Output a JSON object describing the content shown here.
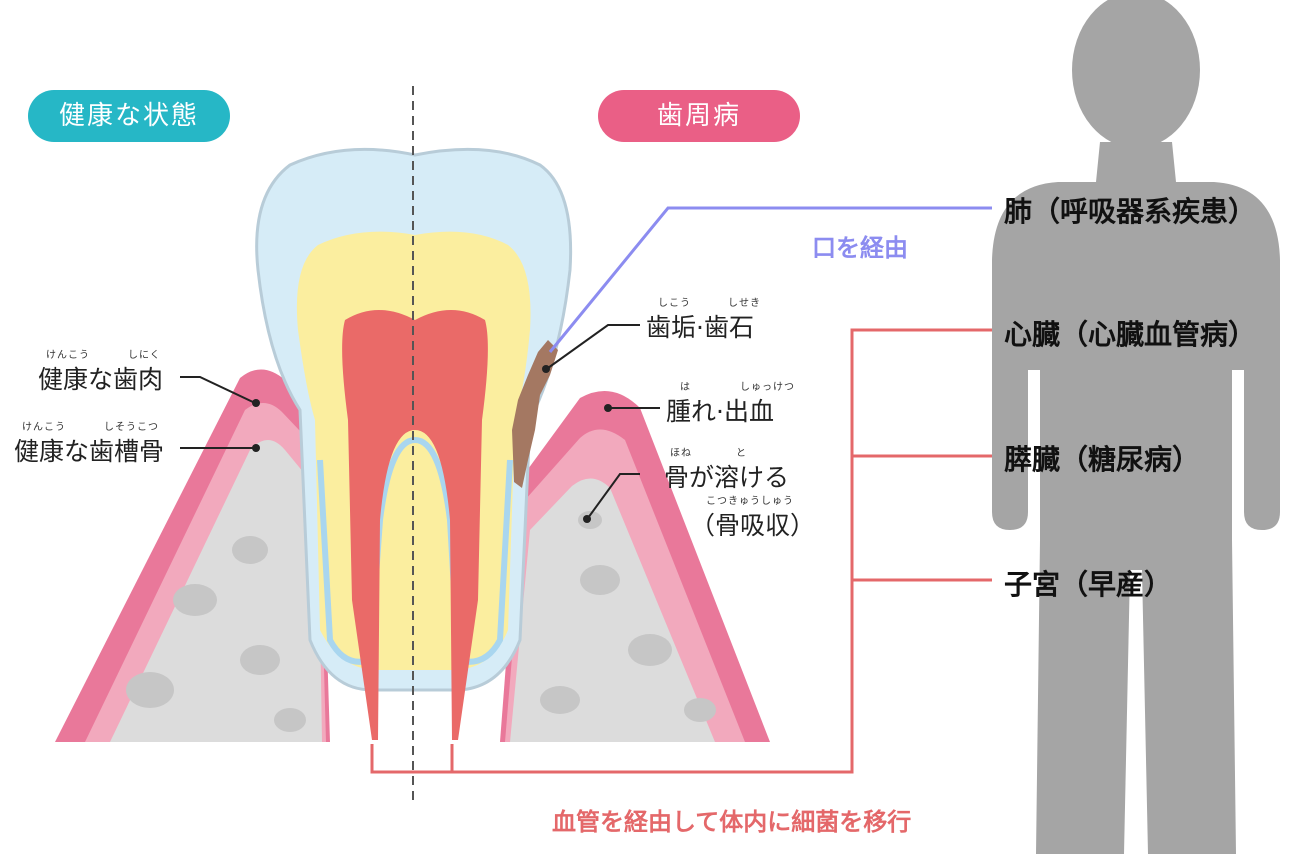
{
  "badges": {
    "healthy": {
      "label": "健康な状態",
      "color": "#26b7c6"
    },
    "disease": {
      "label": "歯周病",
      "color": "#ea5f86"
    }
  },
  "labels": {
    "gum_healthy": {
      "text": "健康な歯肉",
      "ruby": [
        "けんこう",
        "しにく"
      ]
    },
    "bone_healthy": {
      "text": "健康な歯槽骨",
      "ruby": [
        "けんこう",
        "しそうこつ"
      ]
    },
    "plaque": {
      "text": "歯垢·歯石",
      "ruby": [
        "しこう",
        "しせき"
      ]
    },
    "swelling": {
      "text": "腫れ·出血",
      "ruby": [
        "は",
        "しゅっけつ"
      ]
    },
    "bone_melt": {
      "text": "骨が溶ける",
      "ruby": [
        "ほね",
        "と"
      ]
    },
    "resorption": {
      "text": "（骨吸収）",
      "ruby": [
        "こつきゅうしゅう"
      ]
    }
  },
  "routes": {
    "mouth": {
      "text": "口を経由",
      "color": "#8c8cf0"
    },
    "blood": {
      "text": "血管を経由して体内に細菌を移行",
      "color": "#e4686a"
    }
  },
  "organs": {
    "lung": "肺（呼吸器系疾患）",
    "heart": "心臓（心臓血管病）",
    "pancreas": "膵臓（糖尿病）",
    "uterus": "子宮（早産）"
  },
  "colors": {
    "gum": "#e9789a",
    "gum_light": "#f2a9bd",
    "bone": "#dcdcdc",
    "enamel": "#d6ecf7",
    "dentin": "#fbee9f",
    "pulp": "#ea6a68",
    "tartar": "#a47862",
    "body": "#a5a5a5"
  }
}
